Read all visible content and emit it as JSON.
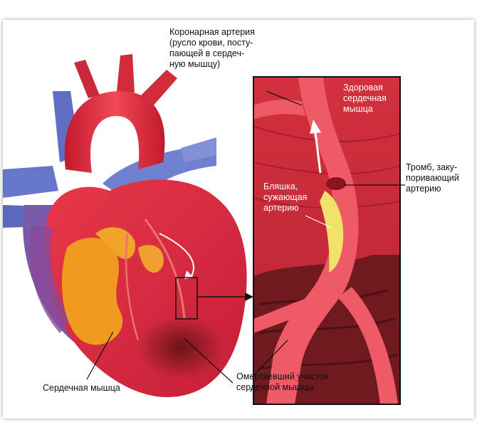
{
  "labels": {
    "coronary_artery": "Коронарная артерия\n(русло крови, посту-\nпающей в сердеч-\nную мышцу)",
    "healthy_muscle": "Здоровая\nсердечная\nмышца",
    "thrombus": "Тромб, заку-\nпоривающий\nартерию",
    "plaque": "Бляшка,\nсужающая\nартерию",
    "heart_muscle": "Сердечная мышца",
    "dead_area": "Омертвевший участок\nсердечной мышцы"
  },
  "colors": {
    "muscle": "#d42a3c",
    "dark_muscle": "#7a1a1e",
    "vein_blue": "#6a78c8",
    "fat_orange": "#f09a20",
    "plaque_yellow": "#f2e26a",
    "inset_border": "#111111"
  }
}
